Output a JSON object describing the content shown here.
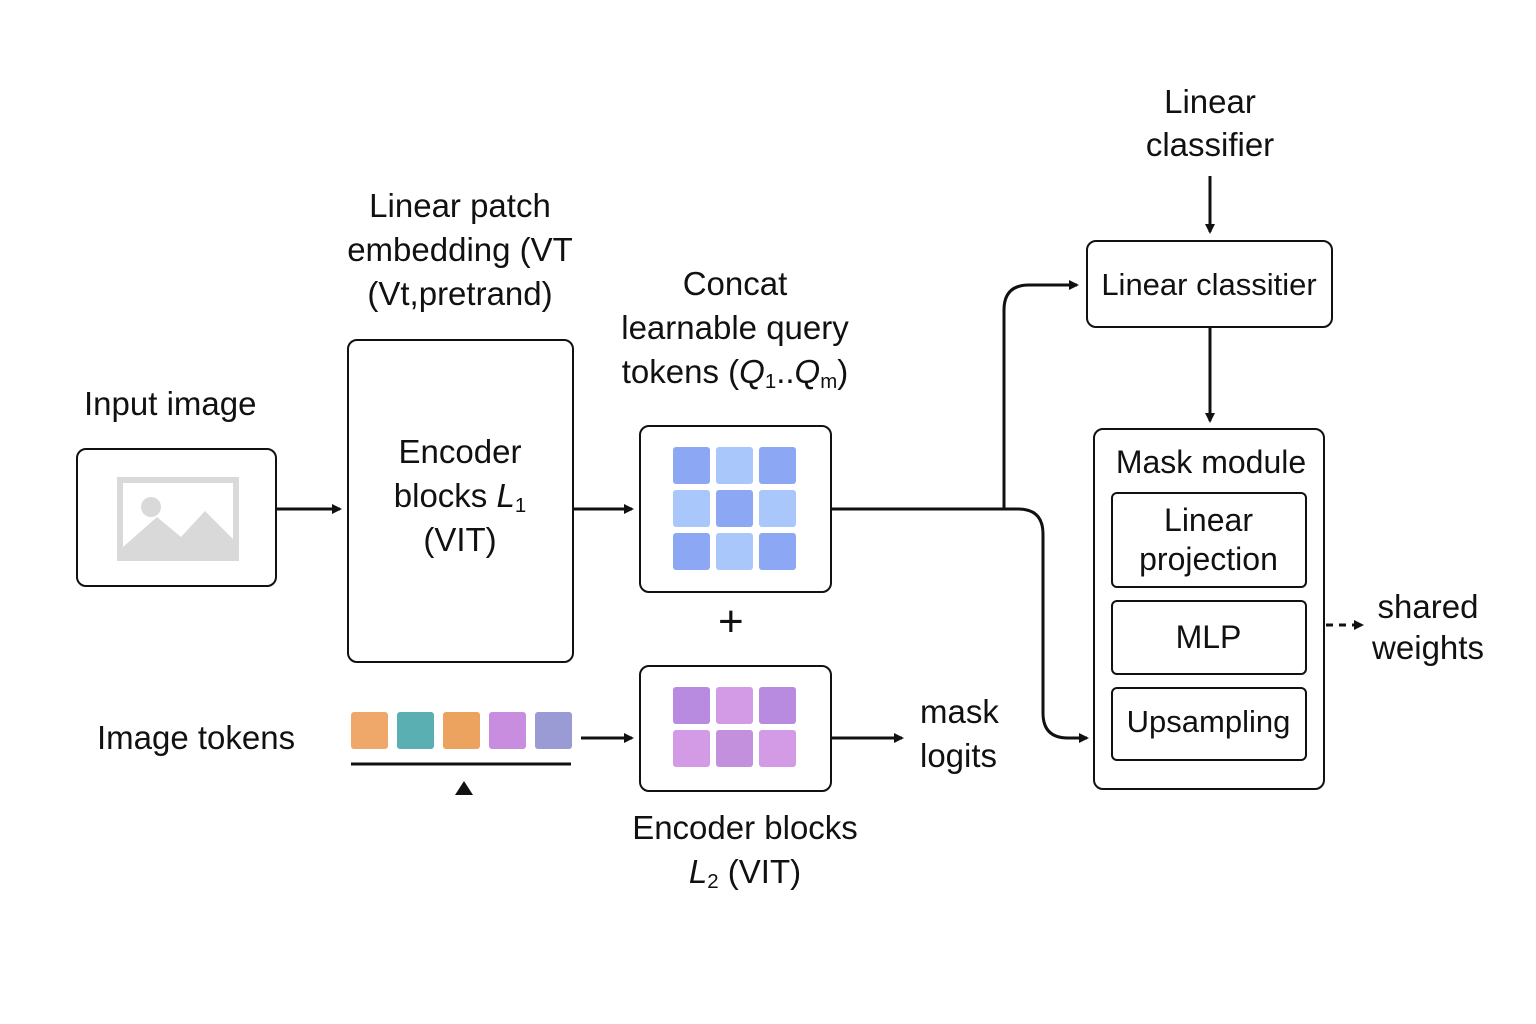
{
  "labels": {
    "input_image": "Input image",
    "patch_embedding": [
      "Linear patch",
      "embedding (VT",
      "(Vt,pretrand)"
    ],
    "encoder_l1": {
      "line1": "Encoder",
      "line2_prefix": "blocks ",
      "line2_var": "L",
      "line2_sub": "1",
      "line3": "(VIT)"
    },
    "concat": {
      "line1": "Concat",
      "line2": "learnable query",
      "line3_prefix": "tokens (",
      "q_var": "Q",
      "q1_sub": "1",
      "dots": "..",
      "qm_sub": "m",
      "line3_suffix": ")"
    },
    "plus": "+",
    "image_tokens": "Image tokens",
    "encoder_l2": {
      "line1": "Encoder blocks",
      "var": "L",
      "sub": "2",
      "suffix": "(VIT)"
    },
    "mask_logits": [
      "mask",
      "logits"
    ],
    "linear_classifier_top": [
      "Linear",
      "classifier"
    ],
    "linear_classifier_box": "Linear classitier",
    "mask_module": {
      "title": "Mask module",
      "items": [
        {
          "lines": [
            "Linear",
            "projection"
          ]
        },
        {
          "lines": [
            "MLP"
          ]
        },
        {
          "lines": [
            "Upsampling"
          ]
        }
      ]
    },
    "shared_weights": [
      "shared",
      "weights"
    ]
  },
  "colors": {
    "stroke": "#111111",
    "image_placeholder": "#d9d9d9",
    "query_tiles": [
      "#8ca8f5",
      "#a9c7fb",
      "#8ca8f5",
      "#a9c7fb",
      "#8ca8f5",
      "#a9c7fb",
      "#8ca8f5",
      "#a9c7fb",
      "#8ca8f5"
    ],
    "encoder2_tiles": [
      "#b98be0",
      "#d39be6",
      "#b98be0",
      "#d39be6",
      "#c290dc",
      "#d39be6"
    ],
    "image_token_colors": [
      "#f0a86a",
      "#5aafb3",
      "#eba35f",
      "#c98ddf",
      "#9a9ad4"
    ]
  }
}
